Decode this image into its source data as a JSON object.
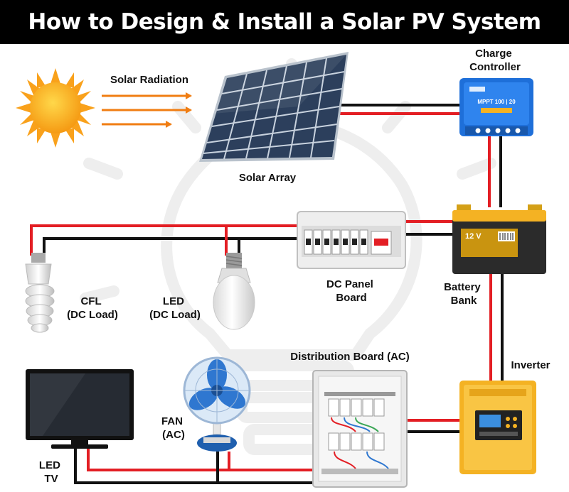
{
  "title": "How to Design & Install a Solar PV System",
  "labels": {
    "solar_radiation": "Solar Radiation",
    "solar_array": "Solar Array",
    "charge_controller": [
      "Charge",
      "Controller"
    ],
    "cfl": [
      "CFL",
      "(DC Load)"
    ],
    "led": [
      "LED",
      "(DC Load)"
    ],
    "dc_panel_board": [
      "DC Panel",
      "Board"
    ],
    "battery_bank": [
      "Battery",
      "Bank"
    ],
    "distribution_board": "Distribution Board (AC)",
    "inverter": "Inverter",
    "fan": [
      "FAN",
      "(AC)"
    ],
    "led_tv": [
      "LED",
      "TV"
    ]
  },
  "device_text": {
    "battery_voltage": "12 V",
    "controller_model": "MPPT 100 | 20"
  },
  "colors": {
    "positive_wire": "#e31e24",
    "negative_wire": "#111111",
    "radiation_arrow": "#f07d12",
    "sun": "#f9a11b",
    "controller": "#1e6fd9",
    "inverter": "#f4b223"
  }
}
